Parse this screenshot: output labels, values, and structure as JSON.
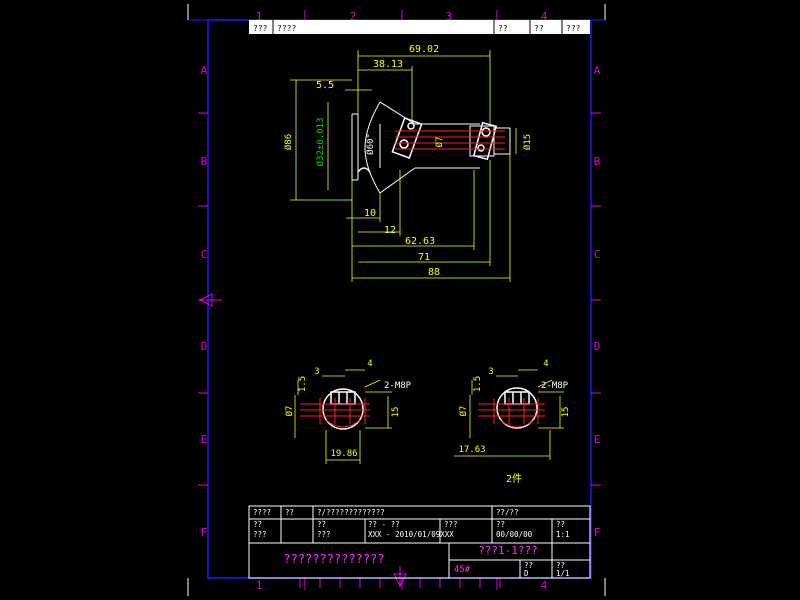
{
  "colors": {
    "background": "#000000",
    "frame": "#1a1aff",
    "border_marks": "#e000e0",
    "dimension": "#ffff00",
    "part_line": "#ffffff",
    "hole": "#ff2020",
    "tolerance_dim": "#00e000",
    "title_magenta": "#ff30ff"
  },
  "border": {
    "columns": [
      "1",
      "2",
      "3",
      "4"
    ],
    "rows": [
      "A",
      "B",
      "C",
      "D",
      "E",
      "F"
    ]
  },
  "top_strip": {
    "cells": [
      "???",
      "????",
      "??",
      "??",
      "???"
    ]
  },
  "main_view": {
    "dims": [
      "69.02",
      "38.13",
      "5.5",
      "10",
      "12",
      "62.63",
      "71",
      "88"
    ],
    "vertical_dims": [
      "Ø86",
      "Ø32±0.013",
      "Ø60°",
      "Ø7",
      "Ø15"
    ]
  },
  "left_section": {
    "dims": [
      "3",
      "4",
      "1.5",
      "2-M8P",
      "Ø7",
      "15",
      "19.86"
    ]
  },
  "right_section": {
    "dims": [
      "3",
      "4",
      "1.5",
      "2-M8P",
      "Ø7",
      "15",
      "17.63"
    ],
    "note": "2件"
  },
  "title_block": {
    "row1": [
      "????",
      "??",
      "?/?????????????",
      "??/??"
    ],
    "row2a": [
      "??",
      "??",
      "??  -  ??",
      "???",
      "??",
      "??"
    ],
    "row2b": [
      "???",
      "???",
      "XXX - 2010/01/09XXX",
      "00/00/00",
      "1:1"
    ],
    "drawing_title": "??????????????",
    "part_title": "???1-1???",
    "material": "45#",
    "row4": [
      "??",
      "D",
      "??",
      "1/1"
    ]
  }
}
